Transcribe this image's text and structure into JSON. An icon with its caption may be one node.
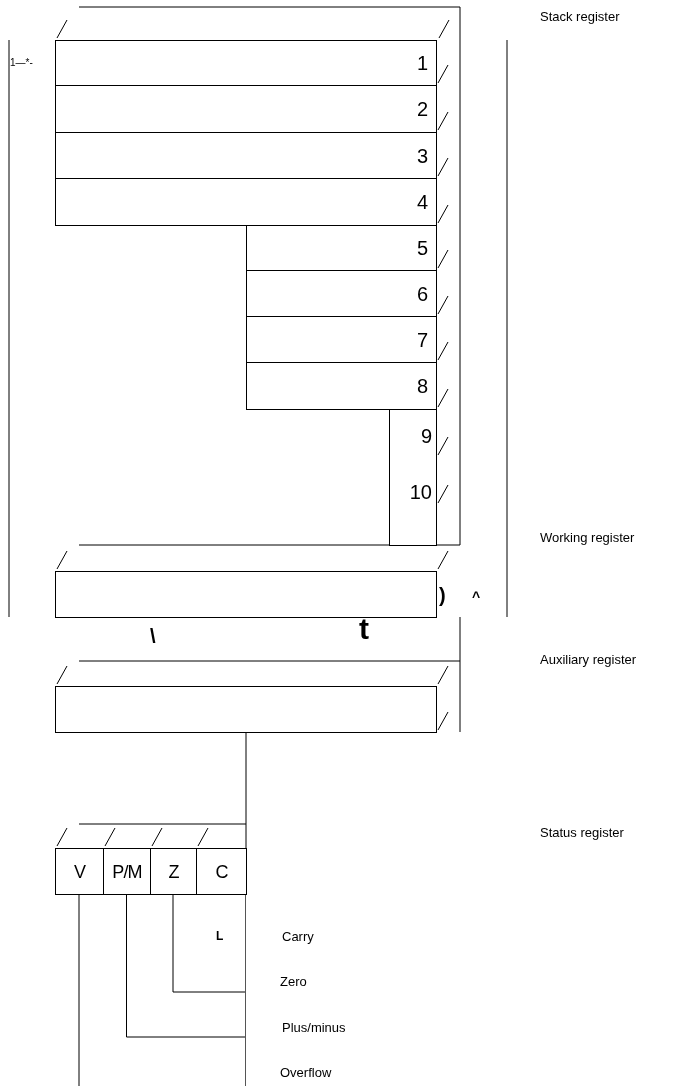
{
  "diagram": {
    "nodes": [
      {
        "text": [
          "1"
        ]
      },
      {
        "text": [
          "2"
        ]
      },
      {
        "text": [
          "3"
        ]
      },
      {
        "text": [
          "4"
        ]
      },
      {
        "text": [
          "5"
        ]
      },
      {
        "text": [
          "6"
        ]
      },
      {
        "text": [
          "7"
        ]
      },
      {
        "text": [
          "8"
        ]
      },
      {
        "text": [
          "9",
          "10"
        ]
      },
      {
        "text": [],
        "shape": "box"
      },
      {
        "text": [],
        "shape": "box"
      },
      {
        "text": [
          "V"
        ]
      },
      {
        "text": [
          "P/M"
        ]
      },
      {
        "text": [
          "Z"
        ]
      },
      {
        "text": [
          "C"
        ]
      },
      {
        "text": [],
        "shape": "bar"
      }
    ],
    "edges": [
      {
        "from": 10,
        "to": 14,
        "arrow": "none"
      },
      {
        "from": 13,
        "to": 15,
        "arrow": "none"
      },
      {
        "from": 12,
        "to": 15,
        "arrow": "none"
      }
    ],
    "labels": [
      "Stack register",
      "1—*-",
      "Working register",
      ")",
      "^",
      "\\",
      "t",
      "Auxiliary register",
      "Status register",
      "L",
      "Carry",
      "Zero",
      "Plus/minus",
      "Overflow"
    ]
  }
}
